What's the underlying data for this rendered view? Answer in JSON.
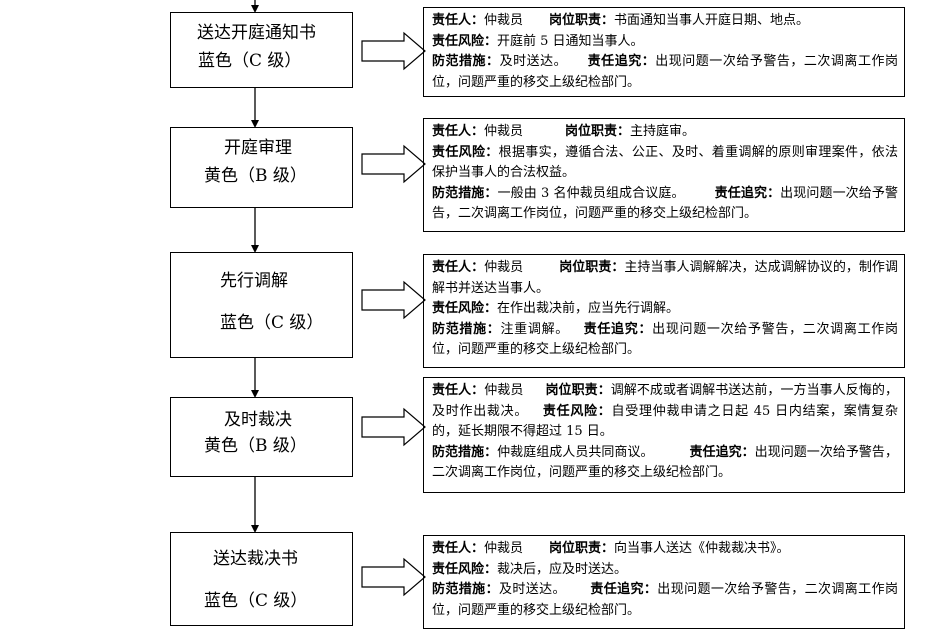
{
  "steps": [
    {
      "title": "送达开庭通知书",
      "level": "蓝色（C 级）",
      "color": "#ffffff",
      "responsible_label": "责任人：",
      "responsible": "仲裁员",
      "duty_label": "岗位职责：",
      "duty": "书面通知当事人开庭日期、地点。",
      "risk_label": "责任风险：",
      "risk": "开庭前 5 日通知当事人。",
      "measure_label": "防范措施：",
      "measure": "及时送达。",
      "accountability_label": "责任追究：",
      "accountability": "出现问题一次给予警告，二次调离工作岗位，问题严重的移交上级纪检部门。"
    },
    {
      "title": "开庭审理",
      "level": "黄色（B 级）",
      "color": "#ffffff",
      "responsible_label": "责任人：",
      "responsible": "仲裁员",
      "duty_label": "岗位职责：",
      "duty": "主持庭审。",
      "risk_label": "责任风险：",
      "risk": "根据事实，遵循合法、公正、及时、着重调解的原则审理案件，依法保护当事人的合法权益。",
      "measure_label": "防范措施：",
      "measure": "一般由 3 名仲裁员组成合议庭。",
      "accountability_label": "责任追究：",
      "accountability": "出现问题一次给予警告，二次调离工作岗位，问题严重的移交上级纪检部门。"
    },
    {
      "title": "先行调解",
      "level": "蓝色（C 级）",
      "color": "#ffffff",
      "responsible_label": "责任人：",
      "responsible": "仲裁员",
      "duty_label": "岗位职责：",
      "duty": "主持当事人调解解决，达成调解协议的，制作调解书并送达当事人。",
      "risk_label": "责任风险：",
      "risk": "在作出裁决前，应当先行调解。",
      "measure_label": "防范措施：",
      "measure": "注重调解。",
      "accountability_label": "责任追究：",
      "accountability": "出现问题一次给予警告，二次调离工作岗位，问题严重的移交上级纪检部门。"
    },
    {
      "title": "及时裁决",
      "level": "黄色（B 级）",
      "color": "#ffffff",
      "responsible_label": "责任人：",
      "responsible": "仲裁员",
      "duty_label": "岗位职责：",
      "duty": "调解不成或者调解书送达前，一方当事人反悔的，及时作出裁决。",
      "risk_label": "责任风险：",
      "risk": "自受理仲裁申请之日起 45 日内结案，案情复杂的，延长期限不得超过 15 日。",
      "measure_label": "防范措施：",
      "measure": "仲裁庭组成人员共同商议。",
      "accountability_label": "责任追究：",
      "accountability": "出现问题一次给予警告，二次调离工作岗位，问题严重的移交上级纪检部门。"
    },
    {
      "title": "送达裁决书",
      "level": "蓝色（C 级）",
      "color": "#ffffff",
      "responsible_label": "责任人：",
      "responsible": "仲裁员",
      "duty_label": "岗位职责：",
      "duty": "向当事人送达《仲裁裁决书》。",
      "risk_label": "责任风险：",
      "risk": "裁决后，应及时送达。",
      "measure_label": "防范措施：",
      "measure": "及时送达。",
      "accountability_label": "责任追究：",
      "accountability": "出现问题一次给予警告，二次调离工作岗位，问题严重的移交上级纪检部门。"
    }
  ]
}
